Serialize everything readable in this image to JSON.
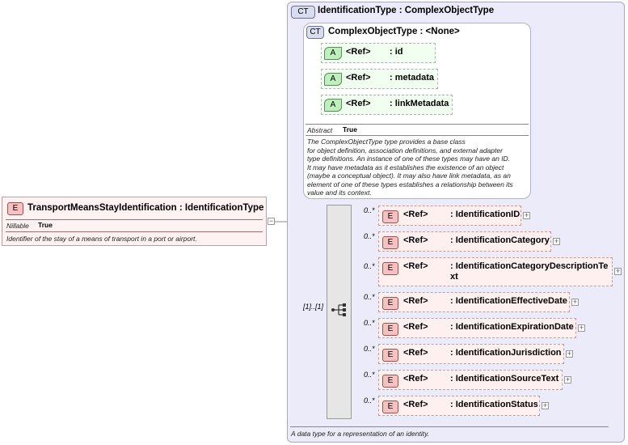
{
  "complex_type": {
    "badge": "CT",
    "title": "IdentificationType : ComplexObjectType",
    "footer_doc": "A data type for a representation of an identity."
  },
  "base_type": {
    "badge": "CT",
    "title": "ComplexObjectType : <None>",
    "attributes": [
      {
        "badge": "A",
        "ref": "<Ref>",
        "name": ": id"
      },
      {
        "badge": "A",
        "ref": "<Ref>",
        "name": ": metadata"
      },
      {
        "badge": "A",
        "ref": "<Ref>",
        "name": ": linkMetadata"
      }
    ],
    "abstract_label": "Abstract",
    "abstract_value": "True",
    "doc_lines": [
      "The ComplexObjectType type provides a base class",
      "for object definition, association definitions, and external adapter",
      "type definitions. An instance of one of these types may have an ID.",
      "It may have metadata as it establishes the existence of an object",
      "(maybe a conceptual object). It may also have link metadata, as an",
      "element of one of these types establishes a relationship between its",
      "value and its context."
    ]
  },
  "root_element": {
    "badge": "E",
    "name": "TransportMeansStayIdentification",
    "type": ": IdentificationType",
    "nillable_label": "Nillable",
    "nillable_value": "True",
    "doc": "Identifier of the stay of a means of transport in a port or airport.",
    "toggle": "−"
  },
  "sequence": {
    "occurrence": "[1]..[1]"
  },
  "elements": [
    {
      "occurrence": "0..*",
      "badge": "E",
      "ref": "<Ref>",
      "name": ": IdentificationID",
      "expand": "+"
    },
    {
      "occurrence": "0..*",
      "badge": "E",
      "ref": "<Ref>",
      "name": ": IdentificationCategory",
      "expand": "+"
    },
    {
      "occurrence": "0..*",
      "badge": "E",
      "ref": "<Ref>",
      "name": ": IdentificationCategoryDescriptionText",
      "expand": "+"
    },
    {
      "occurrence": "0..*",
      "badge": "E",
      "ref": "<Ref>",
      "name": ": IdentificationEffectiveDate",
      "expand": "+"
    },
    {
      "occurrence": "0..*",
      "badge": "E",
      "ref": "<Ref>",
      "name": ": IdentificationExpirationDate",
      "expand": "+"
    },
    {
      "occurrence": "0..*",
      "badge": "E",
      "ref": "<Ref>",
      "name": ": IdentificationJurisdiction",
      "expand": "+"
    },
    {
      "occurrence": "0..*",
      "badge": "E",
      "ref": "<Ref>",
      "name": ": IdentificationSourceText",
      "expand": "+"
    },
    {
      "occurrence": "0..*",
      "badge": "E",
      "ref": "<Ref>",
      "name": ": IdentificationStatus",
      "expand": "+"
    }
  ]
}
